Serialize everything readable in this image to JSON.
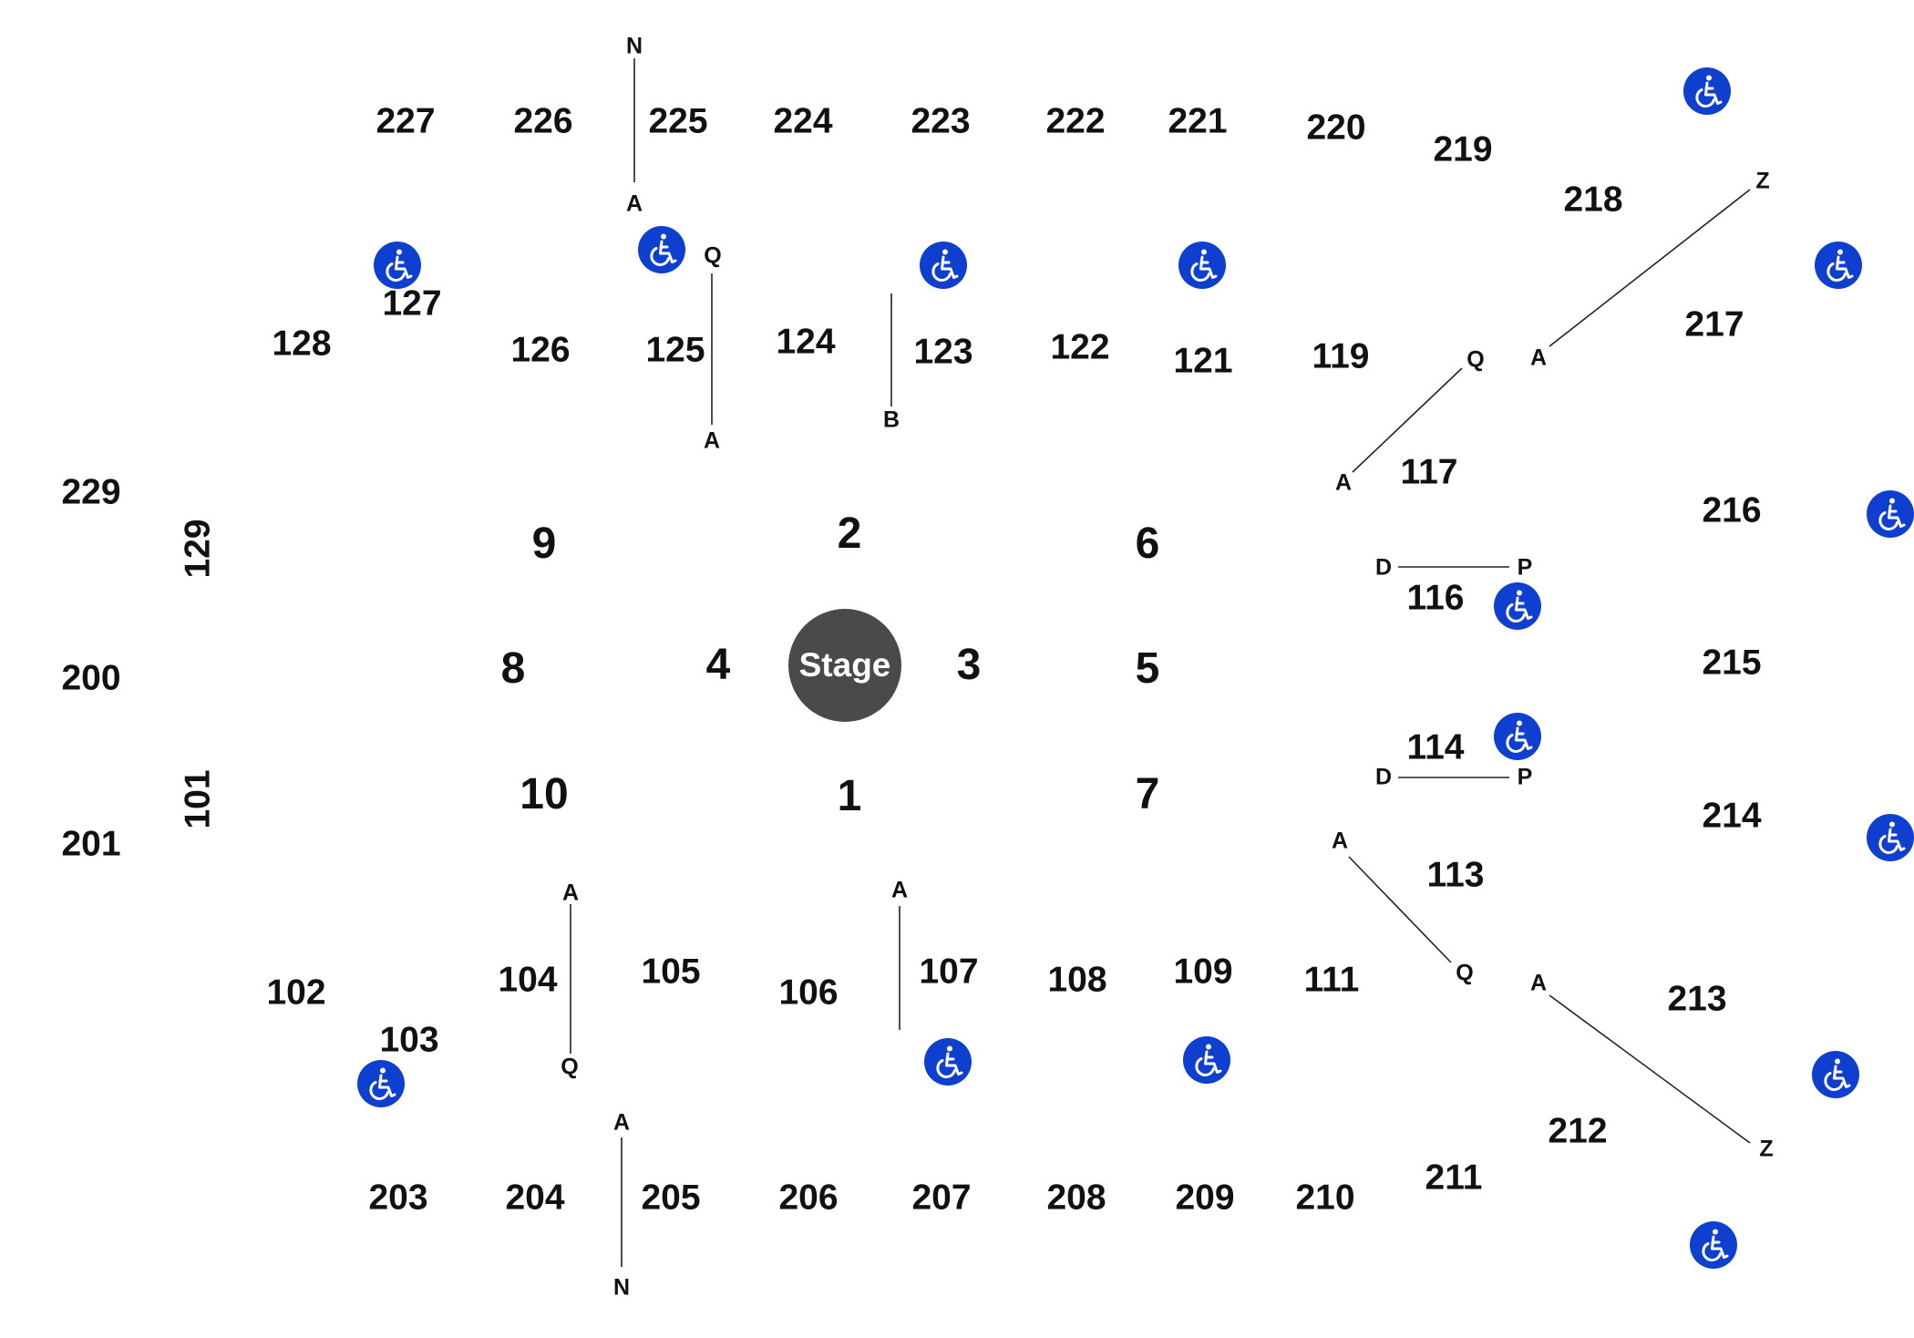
{
  "stage": {
    "label": "Stage",
    "color": "#4a4a4a"
  },
  "accessible_icon": {
    "name": "wheelchair-icon",
    "color": "#0f3fcf"
  },
  "upper_sections": {
    "s227": "227",
    "s226": "226",
    "s225": "225",
    "s224": "224",
    "s223": "223",
    "s222": "222",
    "s221": "221",
    "s220": "220",
    "s219": "219",
    "s218": "218",
    "s217": "217",
    "s216": "216",
    "s215": "215",
    "s214": "214",
    "s213": "213",
    "s212": "212",
    "s211": "211",
    "s210": "210",
    "s209": "209",
    "s208": "208",
    "s207": "207",
    "s206": "206",
    "s205": "205",
    "s204": "204",
    "s203": "203",
    "s229": "229",
    "s200": "200",
    "s201": "201"
  },
  "lower_sections": {
    "s129": "129",
    "s128": "128",
    "s127": "127",
    "s126": "126",
    "s125": "125",
    "s124": "124",
    "s123": "123",
    "s122": "122",
    "s121": "121",
    "s119": "119",
    "s117": "117",
    "s116": "116",
    "s114": "114",
    "s113": "113",
    "s111": "111",
    "s109": "109",
    "s108": "108",
    "s107": "107",
    "s106": "106",
    "s105": "105",
    "s104": "104",
    "s103": "103",
    "s102": "102",
    "s101": "101"
  },
  "floor_sections": {
    "f1": "1",
    "f2": "2",
    "f3": "3",
    "f4": "4",
    "f5": "5",
    "f6": "6",
    "f7": "7",
    "f8": "8",
    "f9": "9",
    "f10": "10"
  },
  "row_labels": {
    "sec225_top": "N",
    "sec225_bottom": "A",
    "sec125_top": "Q",
    "sec125_bottom": "A",
    "sec123_bottom": "B",
    "sec218_top": "Z",
    "sec218_bottom": "A",
    "sec117_top": "Q",
    "sec117_bottom": "A",
    "sec116_left": "D",
    "sec116_right": "P",
    "sec114_left": "D",
    "sec114_right": "P",
    "sec113_top": "A",
    "sec113_bottom": "Q",
    "sec212_top": "A",
    "sec212_bottom": "Z",
    "sec104_top": "A",
    "sec104_bottom": "Q",
    "sec107_top": "A",
    "sec205_top": "A",
    "sec205_bottom": "N"
  }
}
